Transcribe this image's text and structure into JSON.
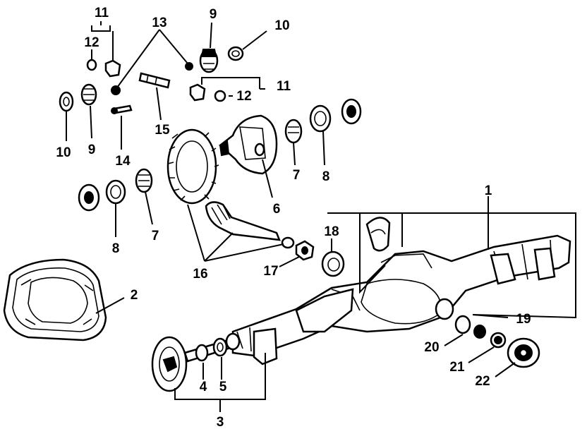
{
  "diagram": {
    "callouts": {
      "c1": "1",
      "c2": "2",
      "c3": "3",
      "c4": "4",
      "c5": "5",
      "c6": "6",
      "c7a": "7",
      "c7b": "7",
      "c8a": "8",
      "c8b": "8",
      "c9a": "9",
      "c9b": "9",
      "c10a": "10",
      "c10b": "10",
      "c11a": "11",
      "c11b": "11",
      "c12a": "12",
      "c12b": "12",
      "c13": "13",
      "c14": "14",
      "c15": "15",
      "c16": "16",
      "c17": "17",
      "c18": "18",
      "c19": "19",
      "c20": "20",
      "c21": "21",
      "c22": "22"
    }
  }
}
